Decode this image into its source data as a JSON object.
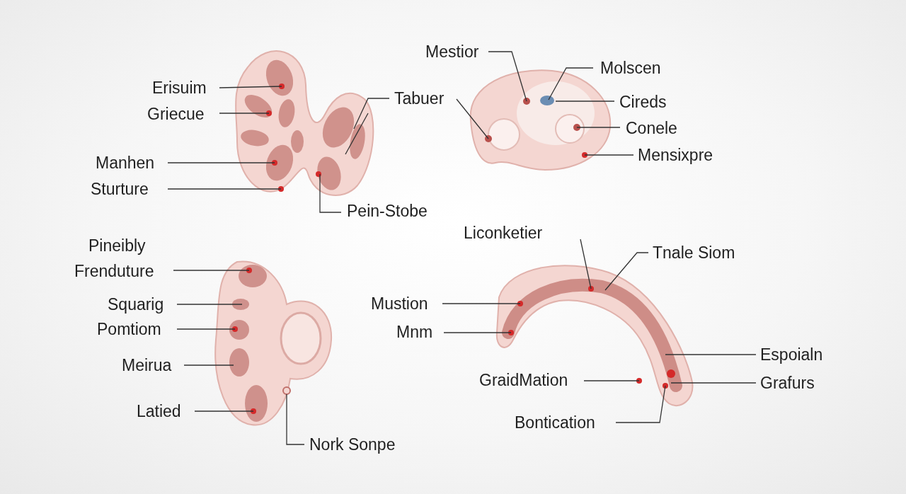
{
  "diagram": {
    "labels": [
      "Erisuim",
      "Griecue",
      "Tabuer",
      "Manhen",
      "Sturture",
      "Pein-Stobe",
      "Mestior",
      "Molscen",
      "Cireds",
      "Conele",
      "Mensixpre",
      "Pineibly",
      "Frenduture",
      "Squarig",
      "Pomtiom",
      "Meirua",
      "Latied",
      "Nork Sonpe",
      "Liconketier",
      "Tnale Siom",
      "Mustion",
      "Mnm",
      "Espoialn",
      "Grafurs",
      "GraidMation",
      "Bontication"
    ]
  }
}
